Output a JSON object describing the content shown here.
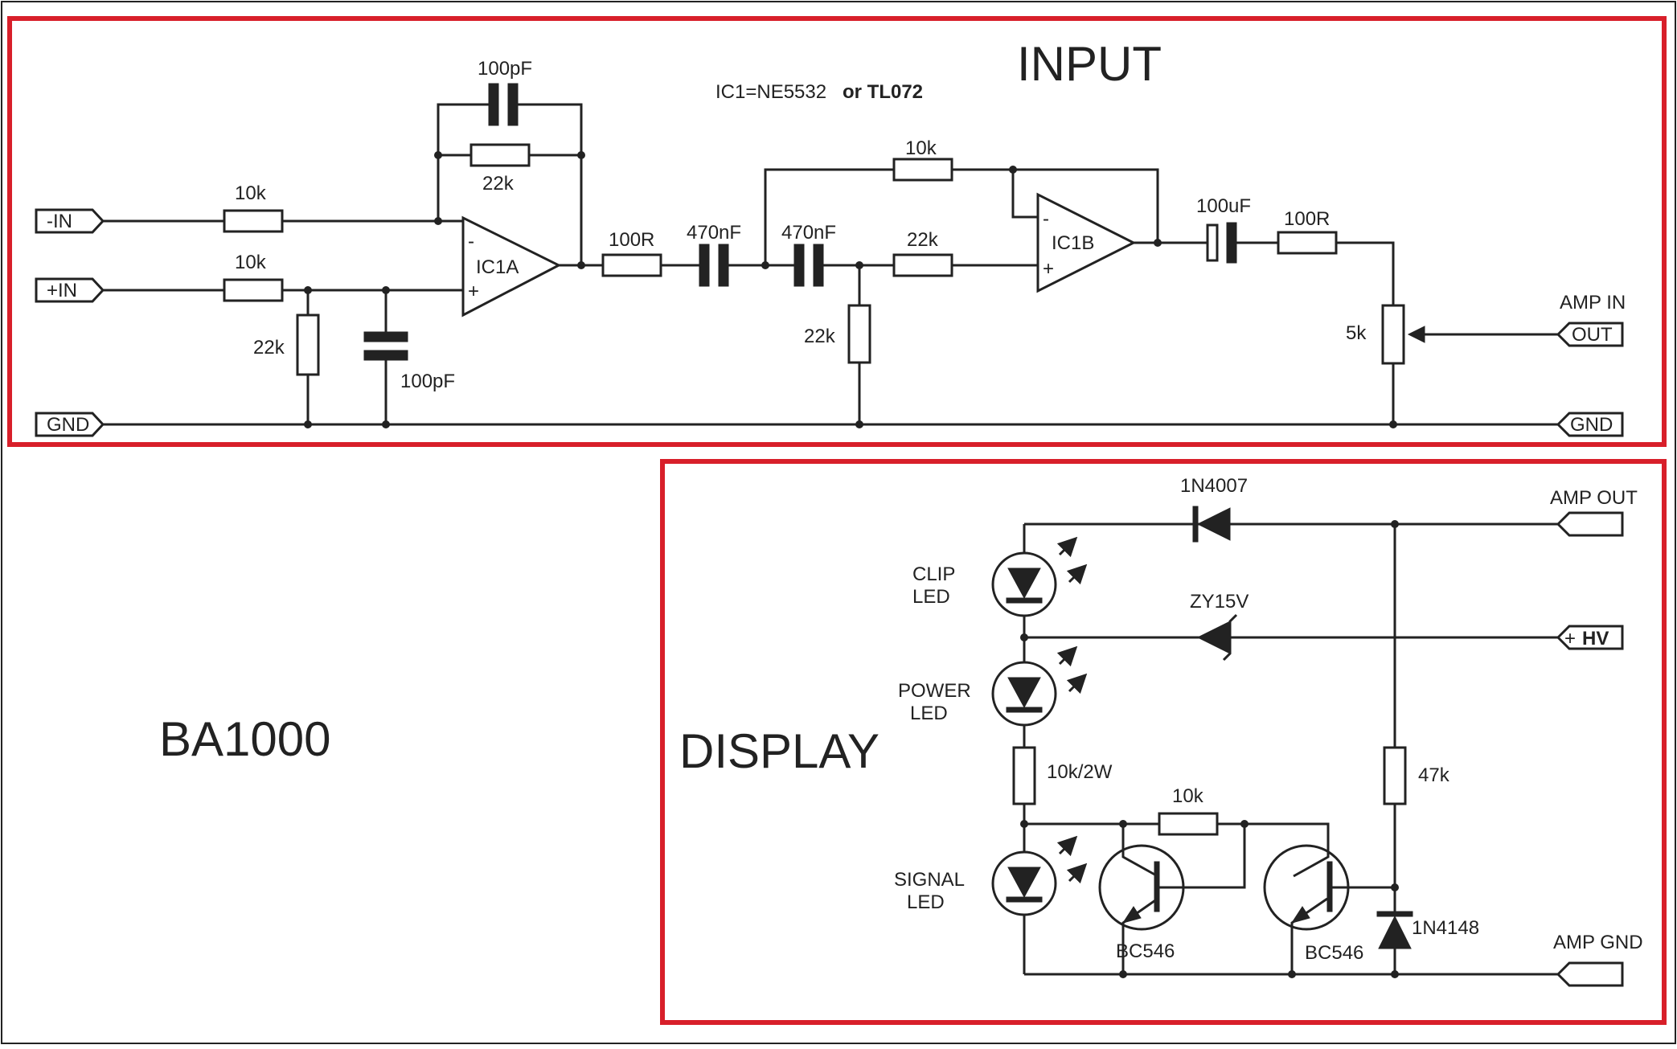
{
  "sections": {
    "input_title": "INPUT",
    "display_title": "DISPLAY",
    "model_name": "BA1000",
    "ic_note_main": "IC1=NE5532",
    "ic_note_alt": "or TL072"
  },
  "input_stage": {
    "connectors": {
      "neg_in": "-IN",
      "pos_in": "+IN",
      "gnd_left": "GND",
      "out": "OUT",
      "gnd_right": "GND",
      "amp_in_label": "AMP IN"
    },
    "components": {
      "c_feedback": "100pF",
      "r_feedback": "22k",
      "r_neg_in": "10k",
      "r_pos_in": "10k",
      "r_pos_gnd": "22k",
      "c_pos_gnd": "100pF",
      "ic1a": "IC1A",
      "ic1a_minus": "-",
      "ic1a_plus": "+",
      "r_series_100r": "100R",
      "c1_470n": "470nF",
      "c2_470n": "470nF",
      "r_fb_10k": "10k",
      "r_22k_series": "22k",
      "r_22k_gnd": "22k",
      "ic1b": "IC1B",
      "ic1b_minus": "-",
      "ic1b_plus": "+",
      "c_100uf": "100uF",
      "r_out_100r": "100R",
      "pot_5k": "5k"
    }
  },
  "display_stage": {
    "connectors": {
      "amp_out_label": "AMP OUT",
      "hv_plus": "+",
      "hv": "HV",
      "amp_gnd_label": "AMP GND"
    },
    "components": {
      "d_1n4007": "1N4007",
      "z_zy15v": "ZY15V",
      "led_clip_1": "CLIP",
      "led_clip_2": "LED",
      "led_power_1": "POWER",
      "led_power_2": "LED",
      "led_signal_1": "SIGNAL",
      "led_signal_2": "LED",
      "r_10k_2w": "10k/2W",
      "r_10k": "10k",
      "r_47k": "47k",
      "q1": "BC546",
      "q2": "BC546",
      "d_1n4148": "1N4148"
    }
  }
}
